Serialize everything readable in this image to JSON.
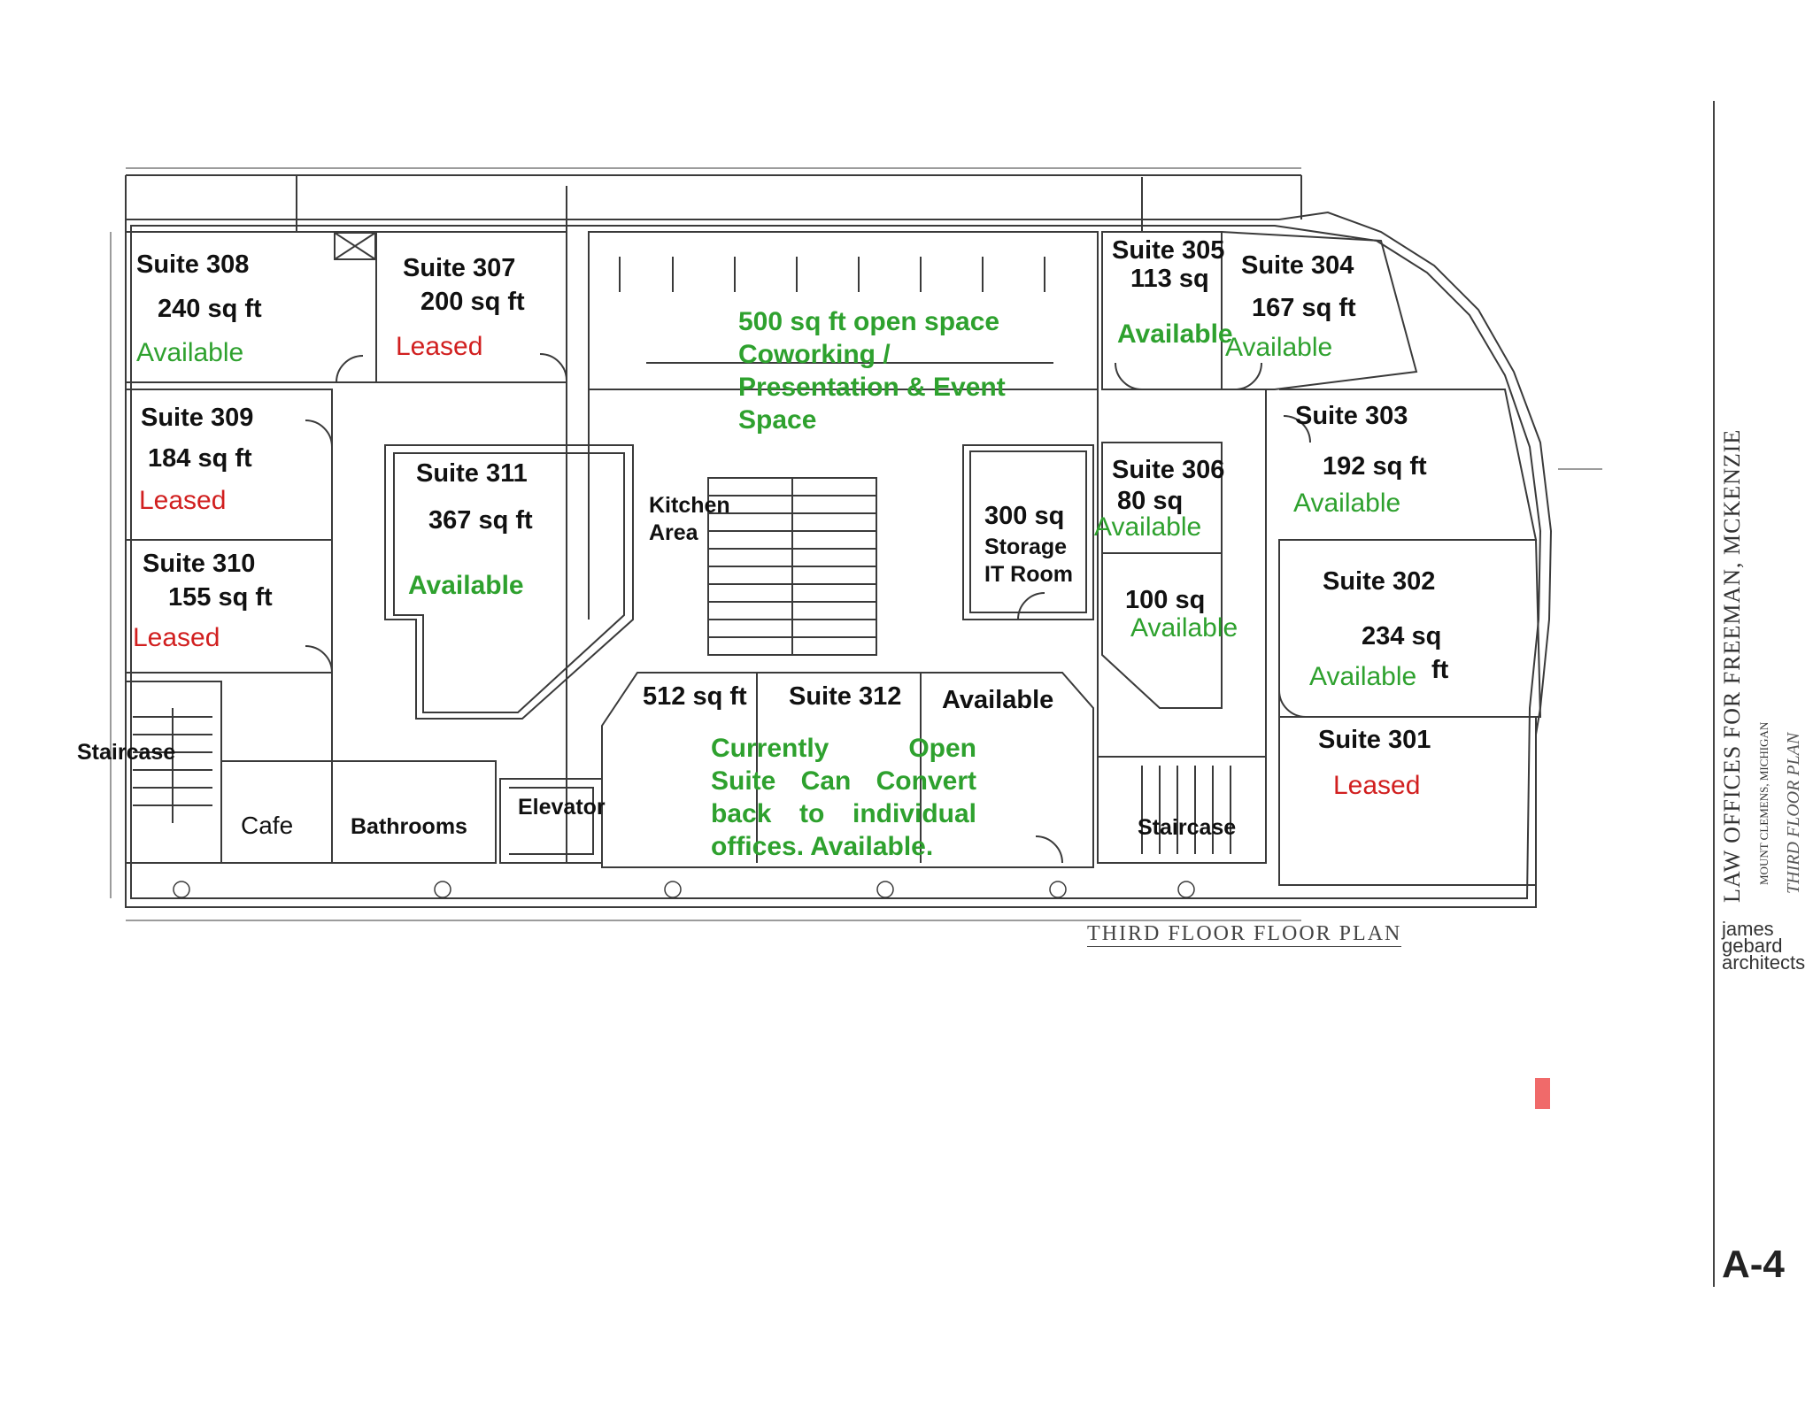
{
  "plan": {
    "title": "THIRD FLOOR FLOOR PLAN",
    "sheet_number": "A-4"
  },
  "title_block": {
    "project": "LAW OFFICES FOR FREEMAN, MCKENZIE",
    "location": "MOUNT CLEMENS, MICHIGAN",
    "sheet_title": "THIRD FLOOR PLAN",
    "architect_lines": [
      "james",
      "gebard",
      "architects"
    ]
  },
  "rooms": {
    "s308": {
      "name": "Suite 308",
      "area": "240 sq ft",
      "status": "Available"
    },
    "s307": {
      "name": "Suite 307",
      "area": "200 sq ft",
      "status": "Leased"
    },
    "coworking": {
      "description": "500 sq ft open space Coworking / Presentation & Event Space"
    },
    "s305": {
      "name": "Suite 305",
      "area": "113 sq",
      "status": "Available"
    },
    "s304": {
      "name": "Suite 304",
      "area": "167 sq  ft",
      "status": "Available"
    },
    "s309": {
      "name": "Suite 309",
      "area": "184 sq ft",
      "status": "Leased"
    },
    "s303": {
      "name": "Suite 303",
      "area": "192 sq ft",
      "status": "Available"
    },
    "s311": {
      "name": "Suite 311",
      "area": "367 sq ft",
      "status": "Available"
    },
    "kitchen": {
      "line1": "Kitchen",
      "line2": "Area"
    },
    "storage": {
      "line1": "300 sq",
      "line2": "Storage",
      "line3": "IT Room"
    },
    "s306": {
      "name": "Suite 306",
      "area": "80 sq",
      "status": "Available"
    },
    "s310": {
      "name": "Suite 310",
      "area": "155 sq ft",
      "status": "Leased"
    },
    "unit100": {
      "area": "100 sq",
      "status": "Available"
    },
    "s302": {
      "name": "Suite 302",
      "area": "234 sq",
      "area_unit": "ft",
      "status": "Available"
    },
    "s312": {
      "area": "512 sq ft",
      "name": "Suite 312",
      "status": "Available",
      "note": "Currently Open Suite Can Convert back to individual offices. Available."
    },
    "s301": {
      "name": "Suite 301",
      "status": "Leased"
    },
    "staircase_west": "Staircase",
    "staircase_east": "Staircase",
    "cafe": "Cafe",
    "bathrooms": "Bathrooms",
    "elevator": "Elevator"
  },
  "colors": {
    "available": "#2ea12e",
    "leased": "#d11f1f",
    "linework": "#3a3a3a"
  }
}
